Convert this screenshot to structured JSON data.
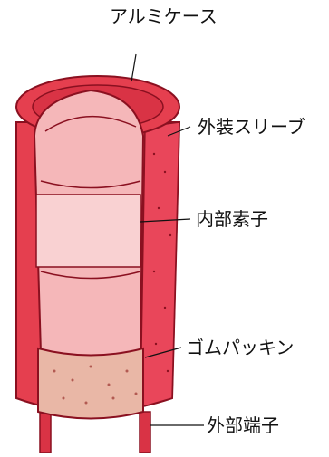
{
  "diagram": {
    "labels": {
      "aluminum_case": "アルミケース",
      "outer_sleeve": "外装スリーブ",
      "inner_element": "内部素子",
      "rubber_packing": "ゴムパッキン",
      "external_terminal": "外部端子"
    },
    "colors": {
      "sleeve": "#e53f4f",
      "sleeve_dark": "#c92a3b",
      "element": "#f5b7b9",
      "element_light": "#f9d1d2",
      "rubber": "#e9b7a6",
      "outline": "#8a1020",
      "terminal": "#d93345"
    }
  }
}
